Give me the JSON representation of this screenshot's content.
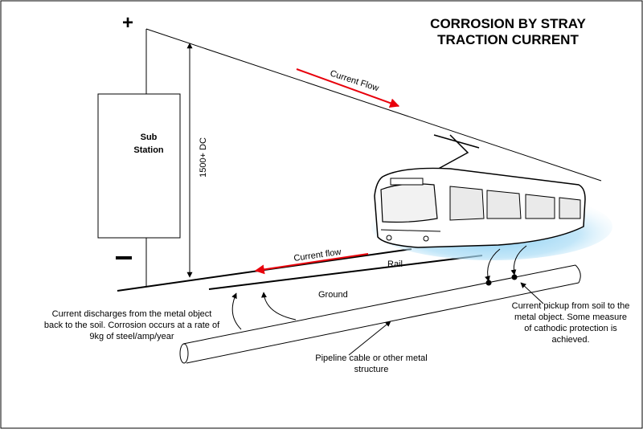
{
  "diagram": {
    "title_line1": "CORROSION BY STRAY",
    "title_line2": "TRACTION CURRENT",
    "plus_sign": "+",
    "minus_sign": "—",
    "substation_line1": "Sub",
    "substation_line2": "Station",
    "voltage_label": "1500+ DC",
    "current_flow_upper": "Current Flow",
    "current_flow_lower": "Current flow",
    "rail_label": "Rail",
    "ground_label": "Ground",
    "discharge_line1": "Current discharges from the metal object",
    "discharge_line2": "back to the soil.  Corrosion occurs at a rate of",
    "discharge_line3": "9kg of steel/amp/year",
    "pickup_line1": "Current pickup from soil to the",
    "pickup_line2": "metal object.  Some measure",
    "pickup_line3": "of cathodic protection is",
    "pickup_line4": "achieved.",
    "pipeline_line1": "Pipeline cable or other metal",
    "pipeline_line2": "structure"
  },
  "colors": {
    "arrow_red": "#e8000b",
    "glow_blue": "#7cc8f0",
    "line": "#000000",
    "background": "#ffffff"
  }
}
